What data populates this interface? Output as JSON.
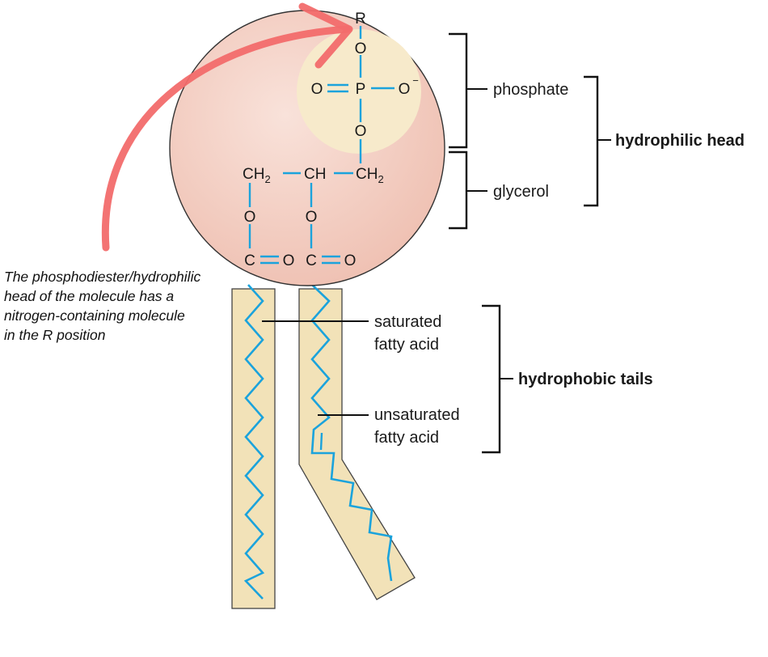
{
  "labels": {
    "phosphate": "phosphate",
    "glycerol": "glycerol",
    "hydrophilic_head": "hydrophilic head",
    "saturated_line1": "saturated",
    "saturated_line2": "fatty acid",
    "unsaturated_line1": "unsaturated",
    "unsaturated_line2": "fatty acid",
    "hydrophobic_tails": "hydrophobic tails"
  },
  "caption": {
    "line1": "The phosphodiester/hydrophilic",
    "line2": "head of the molecule has a",
    "line3": "nitrogen-containing molecule",
    "line4": "in the R position"
  },
  "atoms": {
    "R": "R",
    "O": "O",
    "P": "P",
    "O_minus": "O",
    "charge": "−",
    "CH2": "CH",
    "CH": "CH",
    "C": "C",
    "subscript_2": "2"
  },
  "colors": {
    "head_circle": "#f2c9bd",
    "phosphate_zone": "#f7eacb",
    "tail_fill": "#f2e2b8",
    "bond": "#1ba3dc",
    "arrow": "#f26b6b",
    "outline": "#444444"
  }
}
